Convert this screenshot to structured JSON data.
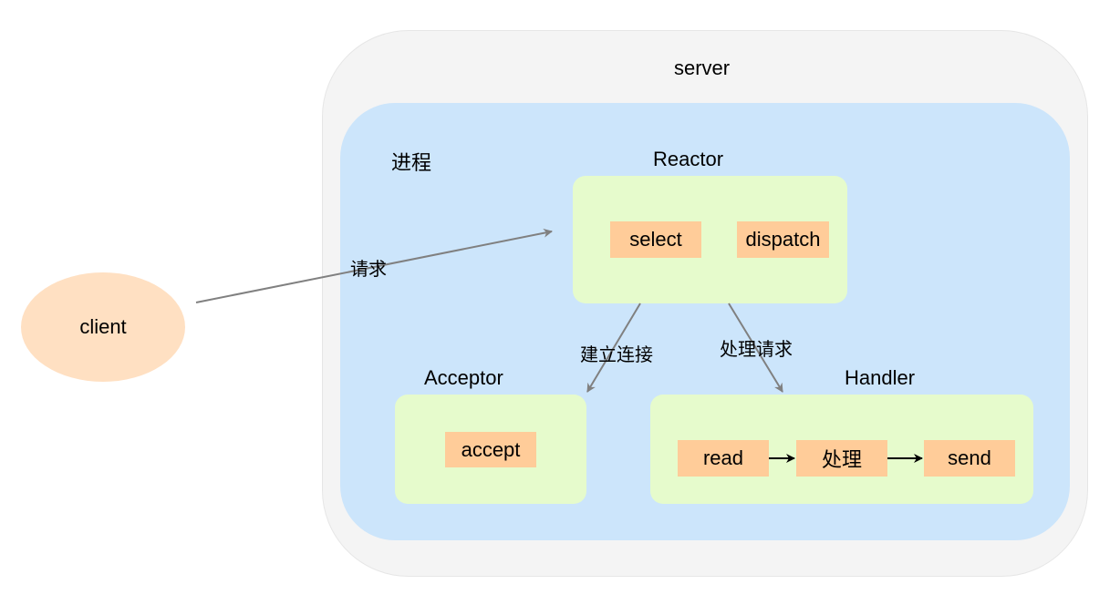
{
  "server": {
    "title": "server"
  },
  "process": {
    "title": "进程"
  },
  "client": {
    "label": "client"
  },
  "reactor": {
    "title": "Reactor",
    "items": [
      "select",
      "dispatch"
    ]
  },
  "acceptor": {
    "title": "Acceptor",
    "items": [
      "accept"
    ]
  },
  "handler": {
    "title": "Handler",
    "items": [
      "read",
      "处理",
      "send"
    ]
  },
  "edges": {
    "request": "请求",
    "establish_connection": "建立连接",
    "handle_request": "处理请求"
  },
  "colors": {
    "server_bg": "#f4f4f4",
    "process_bg": "#cce5fb",
    "component_bg": "#e6fbcc",
    "chip_bg": "#ffcc99",
    "client_bg": "#ffe0c2",
    "edge_gray": "#808080"
  }
}
